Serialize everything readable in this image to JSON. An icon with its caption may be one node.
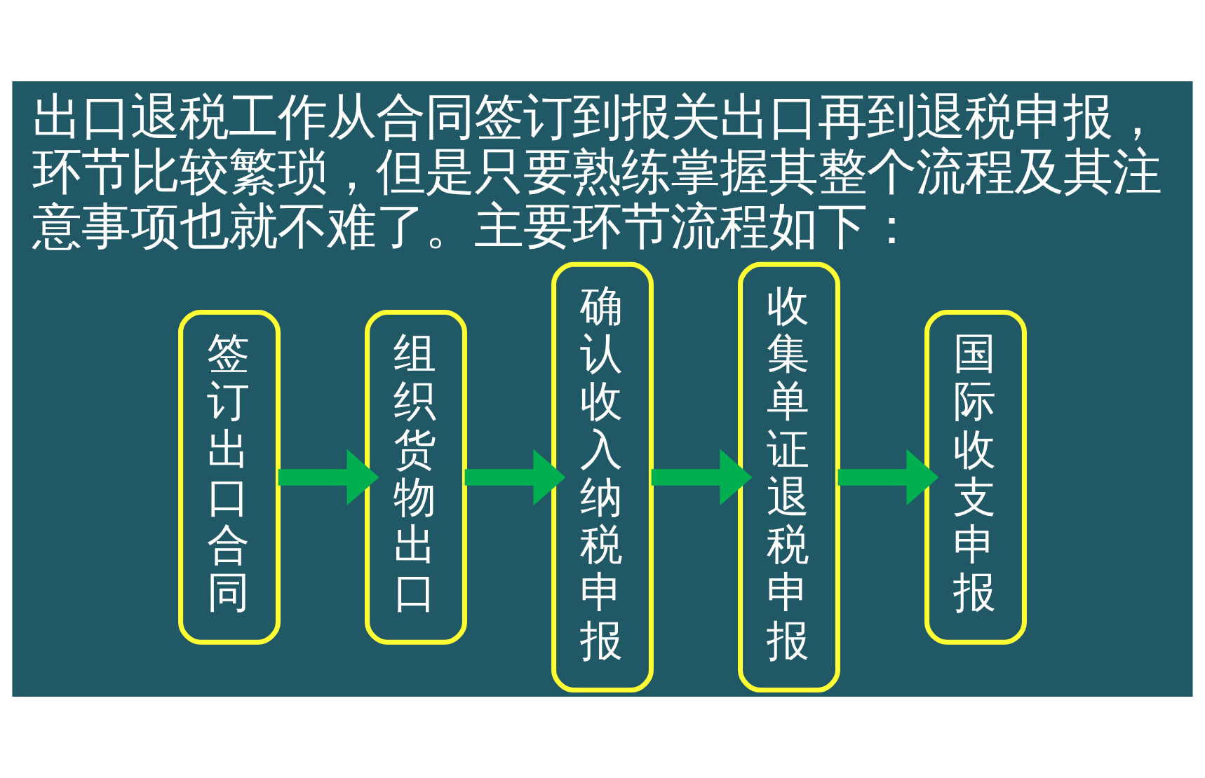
{
  "diagram": {
    "title": "出口退税工作从合同签订到报关出口再到退税申报，环节比较繁琐，但是只要熟练掌握其整个流程及其注意事项也就不难了。主要环节流程如下：",
    "nodes": [
      {
        "text": [
          "签订出口合同"
        ]
      },
      {
        "text": [
          "组织货物出口"
        ]
      },
      {
        "text": [
          "确认收入纳税申报"
        ]
      },
      {
        "text": [
          "收集单证退税申报"
        ]
      },
      {
        "text": [
          "国际收支申报"
        ]
      }
    ],
    "edges": [
      {
        "from": 0,
        "to": 1,
        "arrow": "to"
      },
      {
        "from": 1,
        "to": 2,
        "arrow": "to"
      },
      {
        "from": 2,
        "to": 3,
        "arrow": "to"
      },
      {
        "from": 3,
        "to": 4,
        "arrow": "to"
      }
    ]
  }
}
